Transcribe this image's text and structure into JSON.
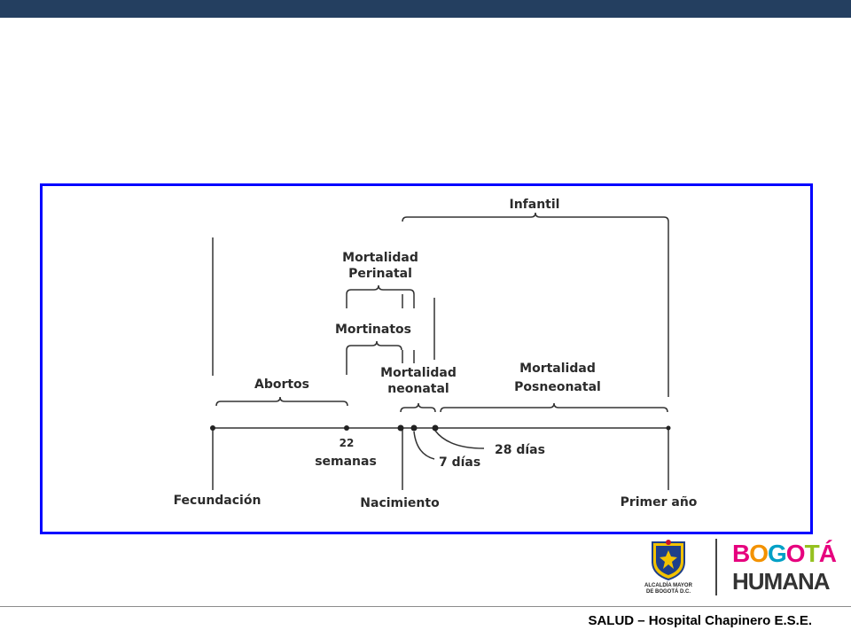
{
  "diagram": {
    "labels": {
      "infantil": "Infantil",
      "mortalidad_perinatal_1": "Mortalidad",
      "mortalidad_perinatal_2": "Perinatal",
      "mortinatos": "Mortinatos",
      "abortos": "Abortos",
      "mortalidad_neonatal_1": "Mortalidad",
      "mortalidad_neonatal_2": "neonatal",
      "mortalidad_posneonatal_1": "Mortalidad",
      "mortalidad_posneonatal_2": "Posneonatal",
      "semanas_num": "22",
      "semanas": "semanas",
      "dias_7": "7 días",
      "dias_28": "28 días",
      "fecundacion": "Fecundación",
      "nacimiento": "Nacimiento",
      "primer_ano": "Primer año"
    }
  },
  "logo": {
    "alcaldia_line1": "ALCALDÍA MAYOR",
    "alcaldia_line2": "DE BOGOTÁ D.C.",
    "brand_letters": [
      "B",
      "O",
      "G",
      "O",
      "T",
      "Á"
    ],
    "brand_colors": [
      "#e6007e",
      "#f39200",
      "#00a0c6",
      "#e6007e",
      "#95c11f",
      "#e6007e"
    ],
    "brand_line2": "HUMANA"
  },
  "footer": {
    "text": "SALUD – Hospital Chapinero E.S.E."
  }
}
